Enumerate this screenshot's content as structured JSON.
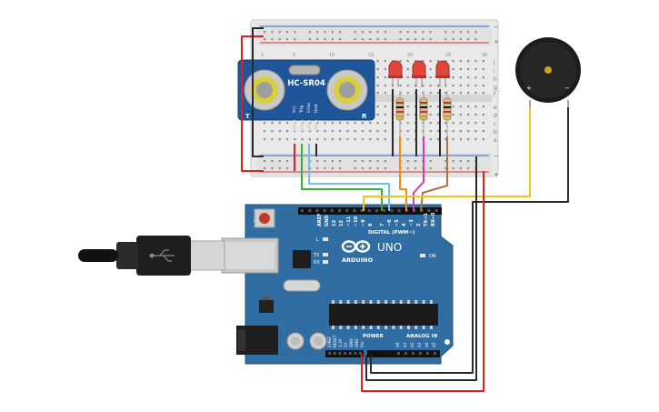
{
  "sensor": {
    "model": "HC-SR04",
    "pins": [
      "Vcc",
      "Trig",
      "Echo",
      "Gnd"
    ],
    "corner_left": "T",
    "corner_right": "R"
  },
  "breadboard": {
    "rail_plus": "+",
    "rail_minus": "−",
    "row_letters_top": [
      "j",
      "i",
      "h",
      "g",
      "f"
    ],
    "row_letters_bottom": [
      "e",
      "d",
      "c",
      "b",
      "a"
    ],
    "column_numbers": [
      "1",
      "5",
      "10",
      "15",
      "20",
      "25",
      "30"
    ]
  },
  "leds": {
    "count": 3,
    "color": "#e0463c"
  },
  "buzzer": {
    "plus": "+",
    "minus": "−"
  },
  "arduino": {
    "brand": "ARDUINO",
    "model": "UNO",
    "digital_label": "DIGITAL (PWM~)",
    "digital_pins": [
      "AREF",
      "GND",
      "13",
      "12",
      "~11",
      "~10",
      "~9",
      "8",
      "7",
      "~6",
      "~5",
      "4",
      "~3",
      "2",
      "TX→1",
      "RX←0"
    ],
    "led_labels": [
      "L",
      "TX",
      "RX"
    ],
    "on_label": "ON",
    "power_label": "POWER",
    "power_pins": [
      "IOREF",
      "RESET",
      "3.3V",
      "5V",
      "GND",
      "GND",
      "Vin"
    ],
    "analog_label": "ANALOG IN",
    "analog_pins": [
      "A0",
      "A1",
      "A2",
      "A3",
      "A4",
      "A5"
    ]
  },
  "wire_colors": {
    "power": "#e02020",
    "ground": "#2a2a2a",
    "trig": "#3cae3c",
    "echo": "#6ec3e6",
    "buzzer": "#f0c419",
    "led1": "#f28b1a",
    "led2": "#d63ab7",
    "led3": "#a8763e"
  }
}
